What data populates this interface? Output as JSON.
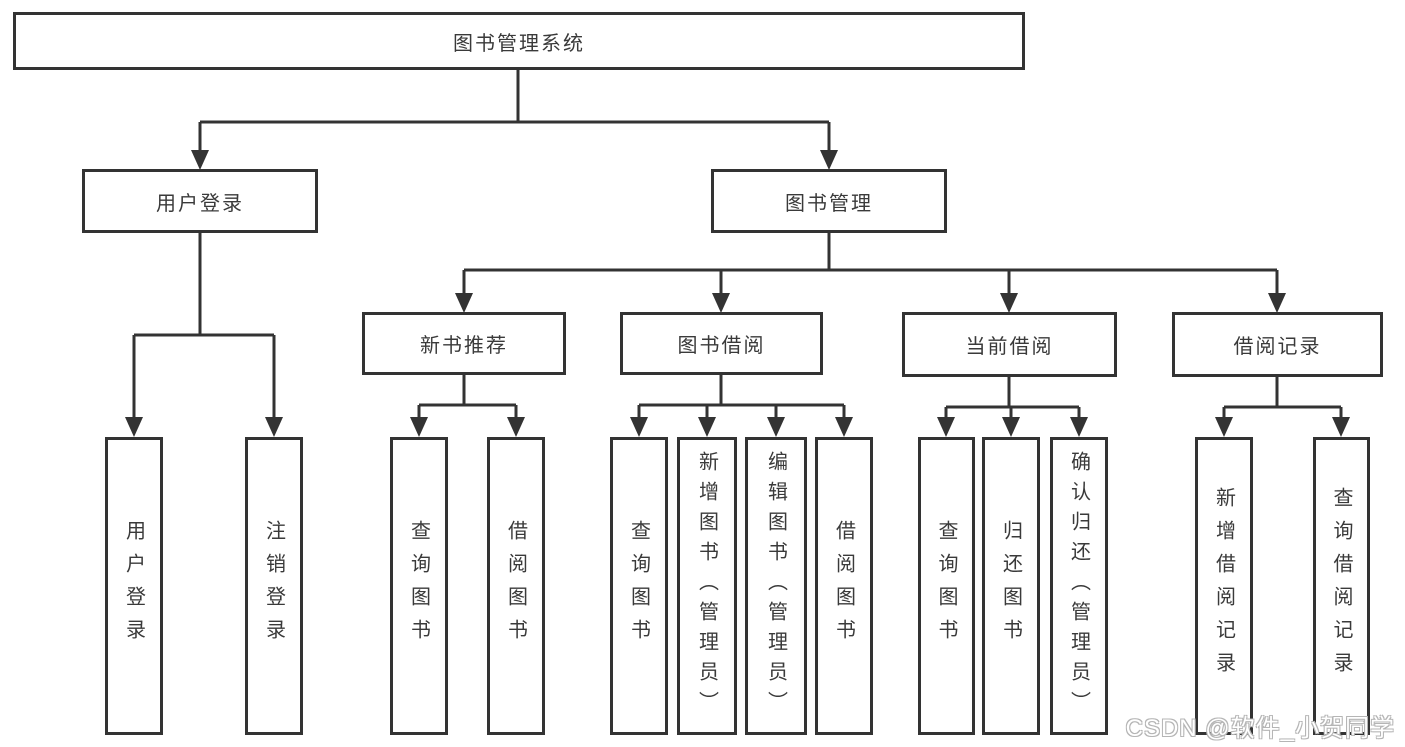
{
  "diagram_title": "图书管理系统",
  "tree": {
    "label": "图书管理系统",
    "children": [
      {
        "label": "用户登录",
        "children": [
          {
            "label": "用户登录"
          },
          {
            "label": "注销登录"
          }
        ]
      },
      {
        "label": "图书管理",
        "children": [
          {
            "label": "新书推荐",
            "children": [
              {
                "label": "查询图书"
              },
              {
                "label": "借阅图书"
              }
            ]
          },
          {
            "label": "图书借阅",
            "children": [
              {
                "label": "查询图书"
              },
              {
                "label": "新增图书（管理员）"
              },
              {
                "label": "编辑图书（管理员）"
              },
              {
                "label": "借阅图书"
              }
            ]
          },
          {
            "label": "当前借阅",
            "children": [
              {
                "label": "查询图书"
              },
              {
                "label": "归还图书"
              },
              {
                "label": "确认归还（管理员）"
              }
            ]
          },
          {
            "label": "借阅记录",
            "children": [
              {
                "label": "新增借阅记录"
              },
              {
                "label": "查询借阅记录"
              }
            ]
          }
        ]
      }
    ]
  },
  "watermark": {
    "text": "CSDN @软件_小贺同学",
    "fill_color": "#ffffff",
    "outline_color": "#b5b5b5"
  },
  "colors": {
    "line": "#333333",
    "box_border": "#333333",
    "box_fill": "#ffffff",
    "text": "#3a3a3a",
    "background": "#ffffff"
  }
}
